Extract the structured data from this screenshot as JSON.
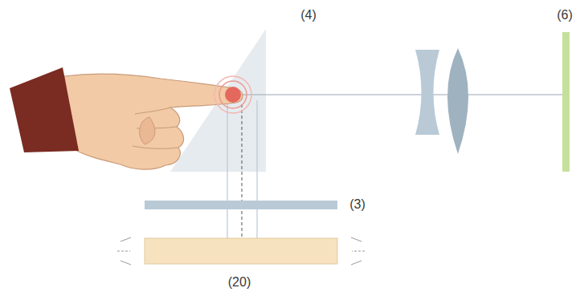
{
  "diagram": {
    "labels": [
      "(4)",
      "(6)",
      "(3)",
      "(20)"
    ]
  }
}
